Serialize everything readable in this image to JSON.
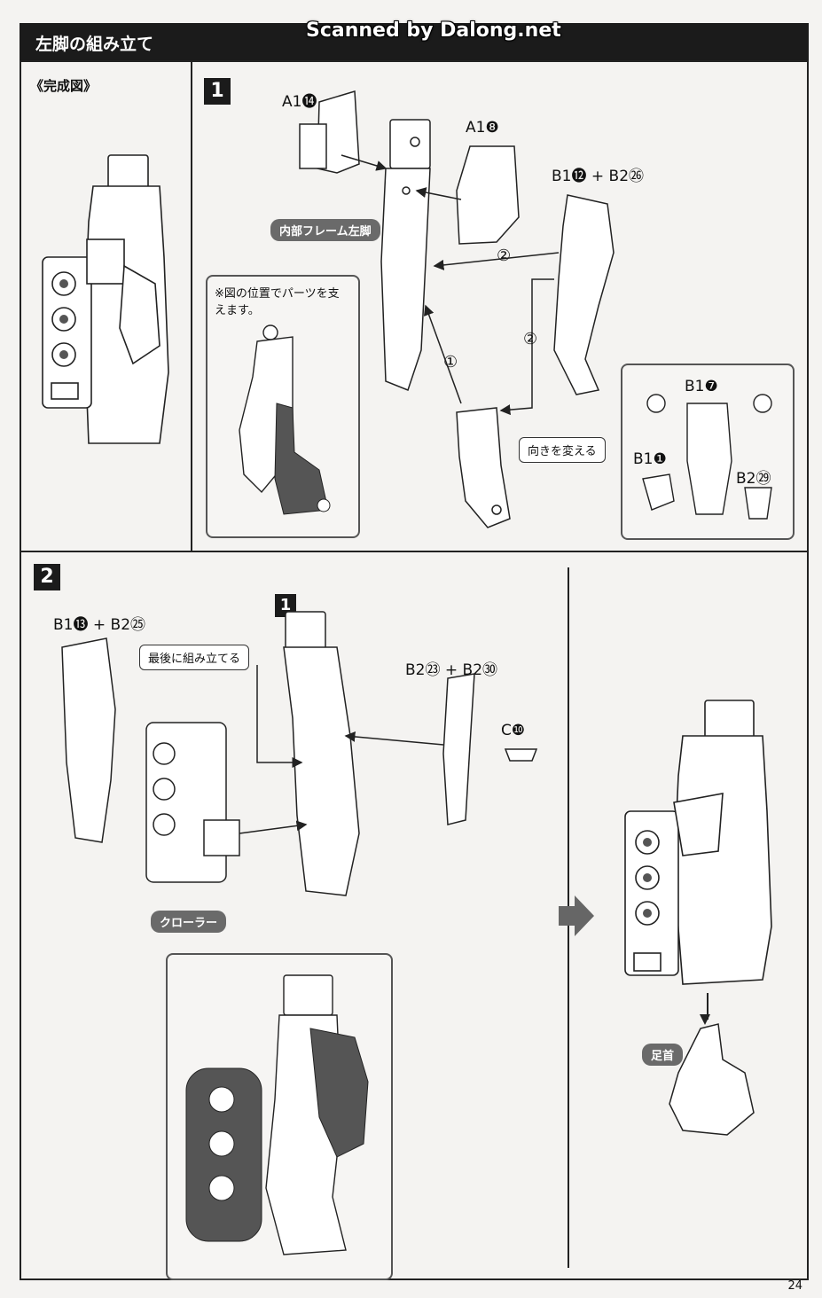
{
  "header": {
    "title": "左脚の組み立て",
    "watermark": "Scanned by Dalong.net"
  },
  "complete": {
    "title": "《完成図》"
  },
  "step1": {
    "number": "1",
    "part_a1_14": "A1⓮",
    "part_a1_8": "A1❽",
    "part_b1_12_b2_26": "B1⓬ + B2㉖",
    "frame_label": "内部フレーム左脚",
    "note": "※図の位置でパーツを支えます。",
    "reverse_label": "向きを変える",
    "part_b1_7": "B1❼",
    "part_b1_1": "B1❶",
    "part_b2_29": "B2㉙",
    "order_1": "①",
    "order_2a": "②",
    "order_2b": "②"
  },
  "step2": {
    "number": "2",
    "ref_step": "1",
    "part_b1_13_b2_25": "B1⓭ + B2㉕",
    "last_label": "最後に組み立てる",
    "part_b2_23_b2_30": "B2㉓ + B2㉚",
    "part_c10": "C❿",
    "crawler_label": "クローラー",
    "ankle_label": "足首"
  },
  "footer": {
    "page_number": "24"
  }
}
